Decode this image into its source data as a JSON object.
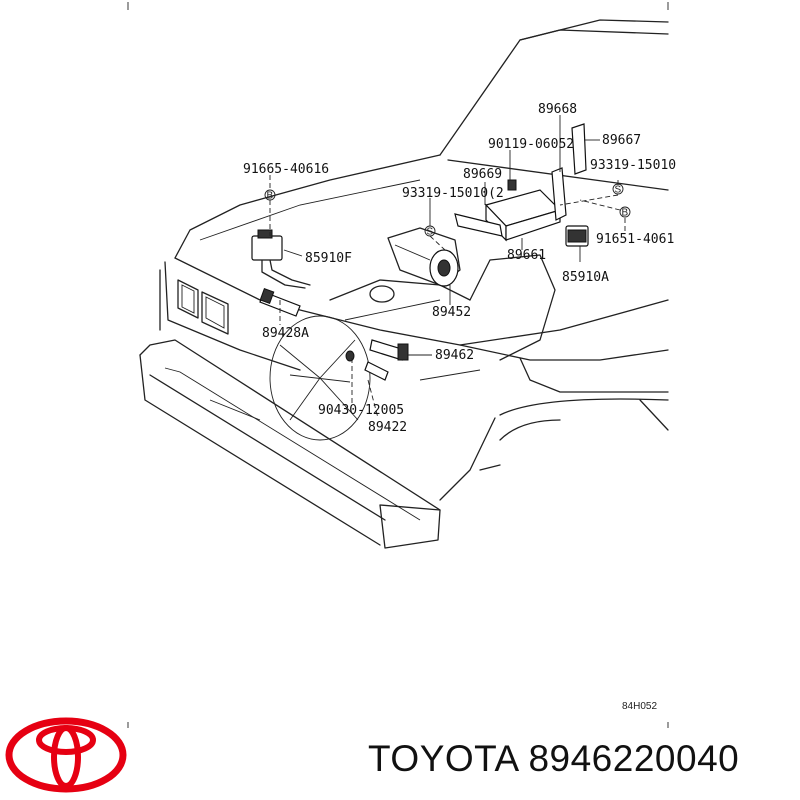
{
  "diagram": {
    "labels": {
      "p91665": "91665-40616",
      "p85910F": "85910F",
      "p89428A": "89428A",
      "p89668": "89668",
      "p90119": "90119-06052",
      "p89667": "89667",
      "p93319a": "93319-15010",
      "p89669": "89669",
      "p93319b": "93319-15010(2",
      "p91651": "91651-4061",
      "p89661": "89661",
      "p85910A": "85910A",
      "p89452": "89452",
      "p89462": "89462",
      "p90430": "90430-12005",
      "p89422": "89422"
    },
    "callouts": {
      "B1": "B",
      "S1": "S",
      "S2": "S",
      "B2": "B"
    },
    "figure_code": "84H052"
  },
  "brand": {
    "name": "TOYOTA",
    "part_number": "8946220040",
    "logo_color": "#e60012"
  }
}
